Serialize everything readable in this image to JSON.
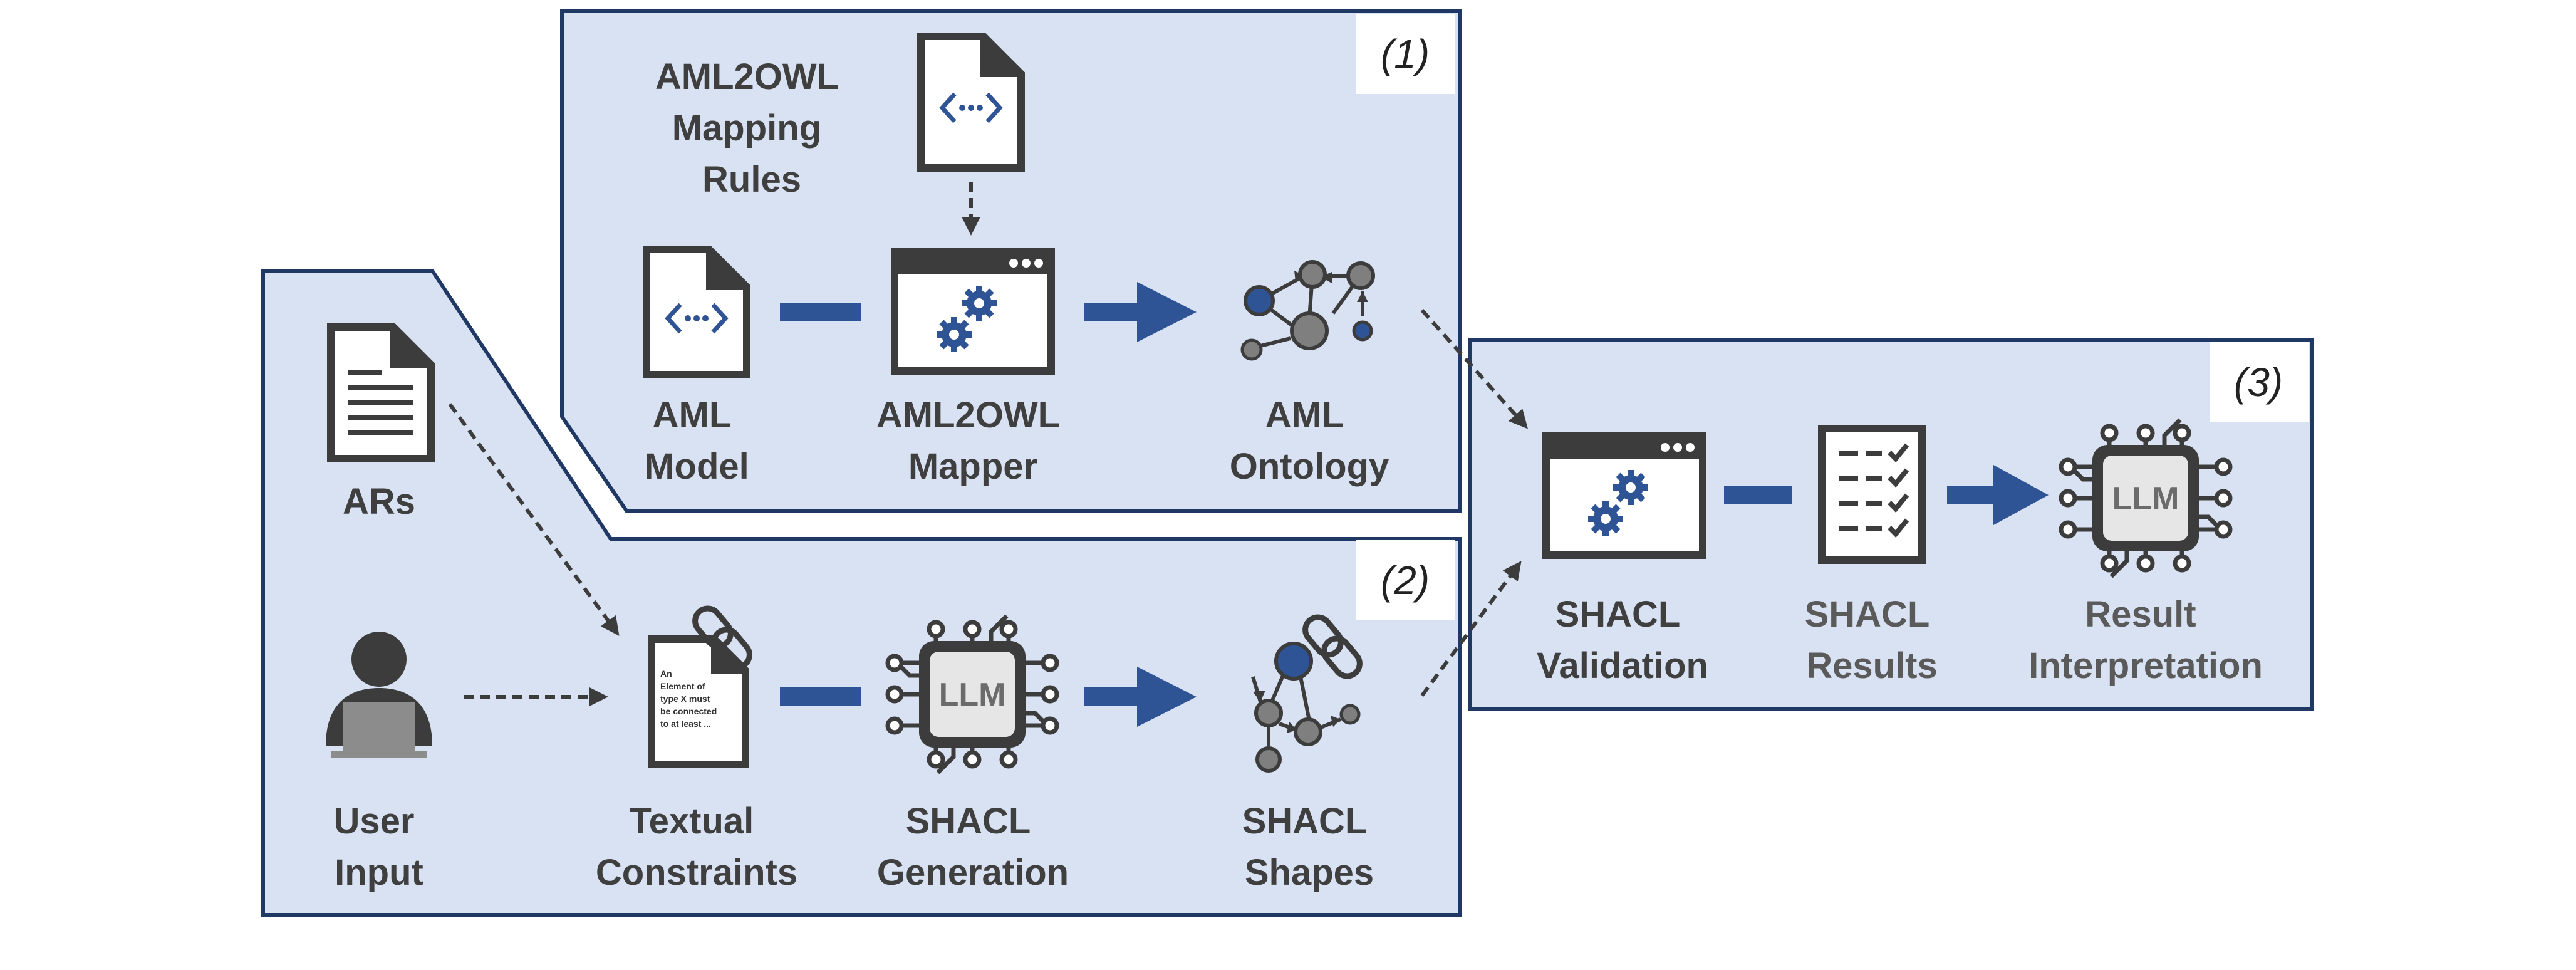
{
  "colors": {
    "panel_fill": "#d9e2f3",
    "panel_border": "#1f3864",
    "accent_blue": "#2f5496",
    "icon_dark": "#3c3c3c",
    "node_gray": "#7f7f7f"
  },
  "sections": {
    "s1": {
      "tag": "(1)"
    },
    "s2": {
      "tag": "(2)"
    },
    "s3": {
      "tag": "(3)"
    }
  },
  "labels": {
    "mapping_rules": [
      "AML2OWL",
      "Mapping",
      "Rules"
    ],
    "aml_model": [
      "AML",
      "Model"
    ],
    "mapper": [
      "AML2OWL",
      "Mapper"
    ],
    "aml_ontology": [
      "AML",
      "Ontology"
    ],
    "ars": [
      "ARs"
    ],
    "user_input": [
      "User",
      "Input"
    ],
    "textual_constraints": [
      "Textual",
      "Constraints"
    ],
    "shacl_generation": [
      "SHACL",
      "Generation"
    ],
    "shacl_shapes": [
      "SHACL",
      "Shapes"
    ],
    "shacl_validation": [
      "SHACL",
      "Validation"
    ],
    "shacl_results": [
      "SHACL",
      "Results"
    ],
    "result_interpretation": [
      "Result",
      "Interpretation"
    ]
  },
  "chip_text": "LLM",
  "constraint_doc_text": [
    "An",
    "Element of",
    "type X must",
    "be connected",
    "to at least ..."
  ],
  "icons": {
    "mapping_rules": "code-file-icon",
    "aml_model": "code-file-icon",
    "mapper": "gear-window-icon",
    "aml_ontology": "graph-icon",
    "ars": "text-document-icon",
    "user_input": "user-laptop-icon",
    "textual_constraints": "text-document-icon",
    "link": "chain-link-icon",
    "shacl_generation": "llm-chip-icon",
    "shacl_shapes": "graph-icon",
    "shacl_validation": "gear-window-icon",
    "shacl_results": "checklist-icon",
    "result_interpretation": "llm-chip-icon"
  }
}
